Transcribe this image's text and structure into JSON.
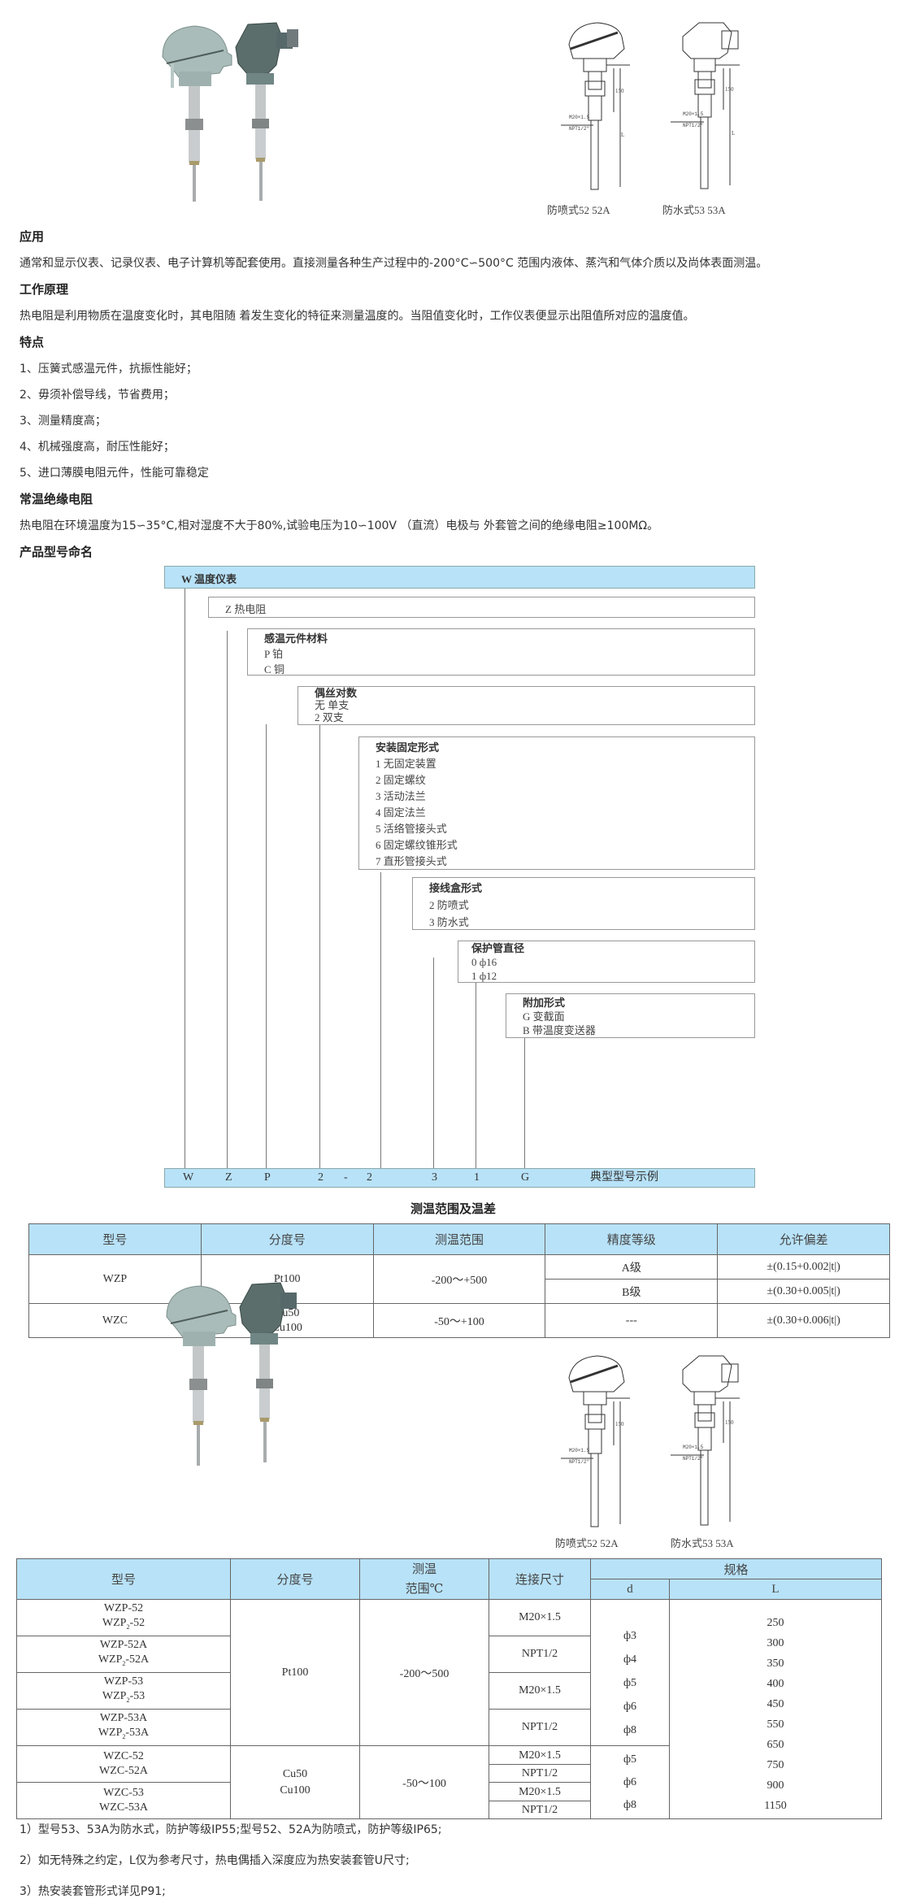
{
  "top_figures": {
    "drawing_captions": [
      "防喷式52 52A",
      "防水式53 53A"
    ],
    "dimension_labels": {
      "thread": "M20×1.5",
      "npt": "NPT1/2\"",
      "length_150": "150",
      "length_L": "L",
      "diameter_d": "d"
    }
  },
  "sections": {
    "application": {
      "heading": "应用",
      "text": "通常和显示仪表、记录仪表、电子计算机等配套使用。直接测量各种生产过程中的-200°C∽500°C 范围内液体、蒸汽和气体介质以及尚体表面测温。"
    },
    "principle": {
      "heading": "工作原理",
      "text": "热电阻是利用物质在温度变化时，其电阻随 着发生变化的特征来测量温度的。当阻值变化时，工作仪表便显示出阻值所对应的温度值。"
    },
    "features": {
      "heading": "特点",
      "items": [
        "1、压簧式感温元件，抗振性能好；",
        "2、毋须补偿导线，节省费用；",
        "3、测量精度高；",
        "4、机械强度高，耐压性能好；",
        "5、进口薄膜电阻元件，性能可靠稳定"
      ]
    },
    "insulation": {
      "heading": "常温绝缘电阻",
      "text": "热电阻在环境温度为15∽35°C,相对湿度不大于80%,试验电压为10∽100V （直流）电极与 外套管之间的绝缘电阻≥100MΩ。"
    },
    "naming": {
      "heading": "产品型号命名"
    }
  },
  "naming_diagram": {
    "boxes": [
      {
        "title": "W  温度仪表",
        "lines": []
      },
      {
        "title": "Z  热电阻",
        "lines": []
      },
      {
        "title": "感温元件材料",
        "lines": [
          "P 铂",
          "C 铜"
        ]
      },
      {
        "title": "偶丝对数",
        "lines": [
          "无 单支",
          "2 双支"
        ]
      },
      {
        "title": "安装固定形式",
        "lines": [
          "1 无固定装置",
          "2 固定螺纹",
          "3 活动法兰",
          "4 固定法兰",
          "5 活络管接头式",
          "6 固定螺纹锥形式",
          "7 直形管接头式"
        ]
      },
      {
        "title": "接线盒形式",
        "lines": [
          "2 防喷式",
          "3 防水式"
        ]
      },
      {
        "title": "保护管直径",
        "lines": [
          "0 ф16",
          "1 ф12"
        ]
      },
      {
        "title": "附加形式",
        "lines": [
          "G 变截面",
          "B  带温度变送器"
        ]
      }
    ],
    "example": {
      "codes": [
        "W",
        "Z",
        "P",
        "2",
        "-",
        "2",
        "3",
        "1",
        "G"
      ],
      "label": "典型型号示例"
    }
  },
  "range_table": {
    "title": "测温范围及温差",
    "headers": [
      "型号",
      "分度号",
      "测温范围",
      "精度等级",
      "允许偏差"
    ],
    "rows": [
      {
        "model": "WZP",
        "index": "Pt100",
        "range": "-200～+500",
        "grades": [
          {
            "grade": "A级",
            "tolerance": "±(0.15+0.002|t|)"
          },
          {
            "grade": "B级",
            "tolerance": "±(0.30+0.005|t|)"
          }
        ]
      },
      {
        "model": "WZC",
        "index": "Cu50\nCu100",
        "index_lines": [
          "Cu50",
          "Cu100"
        ],
        "range": "-50～+100",
        "grades": [
          {
            "grade": "---",
            "tolerance": "±(0.30+0.006|t|)"
          }
        ]
      }
    ]
  },
  "spec_table": {
    "headers": {
      "model": "型号",
      "index": "分度号",
      "range_line1": "测温",
      "range_line2": "范围℃",
      "connection": "连接尺寸",
      "spec": "规格",
      "d": "d",
      "L": "L"
    },
    "pt_group": {
      "index": "Pt100",
      "range": "-200～500",
      "rows": [
        {
          "model_1": "WZP-52",
          "model_2a": "WZP",
          "model_2sub": "2",
          "model_2b": "-52",
          "connection": "M20×1.5"
        },
        {
          "model_1": "WZP-52A",
          "model_2a": "WZP",
          "model_2sub": "2",
          "model_2b": "-52A",
          "connection": "NPT1/2"
        },
        {
          "model_1": "WZP-53",
          "model_2a": "WZP",
          "model_2sub": "2",
          "model_2b": "-53",
          "connection": "M20×1.5"
        },
        {
          "model_1": "WZP-53A",
          "model_2a": "WZP",
          "model_2sub": "2",
          "model_2b": "-53A",
          "connection": "NPT1/2"
        }
      ],
      "d_values": [
        "ф3",
        "ф4",
        "ф5",
        "ф6",
        "ф8"
      ]
    },
    "cu_group": {
      "index_1": "Cu50",
      "index_2": "Cu100",
      "range": "-50～100",
      "rows": [
        {
          "model_1": "WZC-52",
          "model_2": "WZC-52A"
        },
        {
          "model_1": "WZC-53",
          "model_2": "WZC-53A"
        }
      ],
      "connections": [
        "M20×1.5",
        "NPT1/2",
        "M20×1.5",
        "NPT1/2"
      ],
      "d_values": [
        "ф5",
        "ф6",
        "ф8"
      ]
    },
    "L_values": [
      "250",
      "300",
      "350",
      "400",
      "450",
      "550",
      "650",
      "750",
      "900",
      "1150"
    ]
  },
  "notes": [
    "1）型号53、53A为防水式，防护等级IP55;型号52、52A为防喷式，防护等级IP65;",
    "2）如无特殊之约定，L仅为参考尺寸，热电偶插入深度应为热安装套管U尺寸;",
    "3）热安装套管形式详见P91;"
  ],
  "colors": {
    "header_blue": "#b8e2f8",
    "border": "#666666",
    "text": "#333333"
  }
}
